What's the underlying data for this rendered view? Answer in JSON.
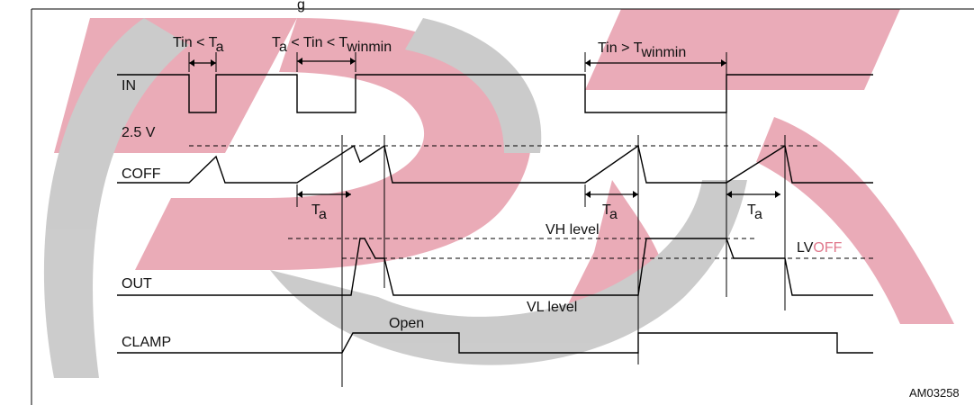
{
  "header": {
    "title_partial": "g"
  },
  "signals": {
    "in": "IN",
    "coff": "COFF",
    "out": "OUT",
    "clamp": "CLAMP"
  },
  "levels": {
    "threshold": "2.5 V",
    "vh": "VH level",
    "vl": "VL level",
    "lvoff_prefix": "LV",
    "lvoff_suffix": "OFF",
    "open": "Open"
  },
  "intervals": {
    "case1": {
      "a": "Tin < T",
      "a_sub": "a"
    },
    "case2": {
      "p1": "T",
      "p1_sub": "a",
      "p2": " < Tin < T",
      "p2_sub": "winmin"
    },
    "case3": {
      "p1": "Tin > T",
      "p1_sub": "winmin"
    },
    "ta": {
      "main": "T",
      "sub": "a"
    }
  },
  "figure_id": "AM03258",
  "colors": {
    "watermark_red": "#e8a2b0",
    "watermark_grey": "#c6c6c6",
    "lvoff_accent": "#e0788c"
  }
}
